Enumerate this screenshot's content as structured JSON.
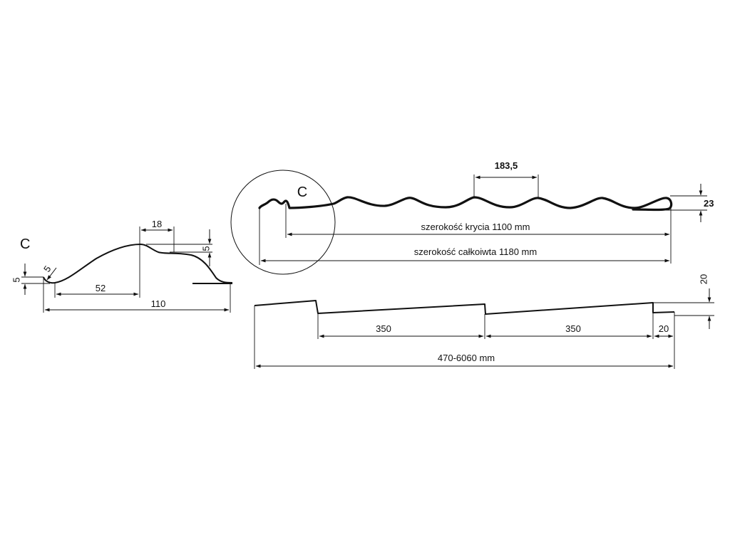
{
  "detail": {
    "label": "C",
    "dim_18": "18",
    "dim_5_right": "5",
    "dim_5_left": "5",
    "dim_5_radius": "5",
    "dim_52": "52",
    "dim_110": "110"
  },
  "cross_section": {
    "label": "C",
    "wave_pitch": "183,5",
    "height": "23",
    "coverage_width": "szerokość krycia 1100 mm",
    "total_width": "szerokość całkoiwta 1180 mm"
  },
  "side_view": {
    "step_1": "350",
    "step_2": "350",
    "end_20": "20",
    "height_20": "20",
    "length": "470-6060 mm"
  }
}
